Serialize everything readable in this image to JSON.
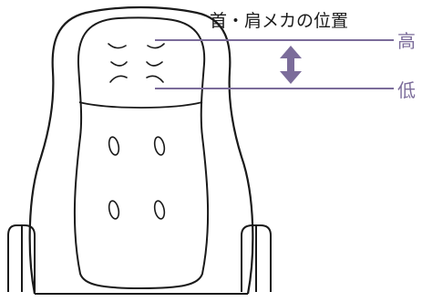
{
  "diagram": {
    "title": "首・肩メカの位置",
    "level_high": "高",
    "level_low": "低",
    "colors": {
      "outline": "#1a1a1a",
      "indicator": "#7b6c9a",
      "background": "#ffffff"
    }
  }
}
